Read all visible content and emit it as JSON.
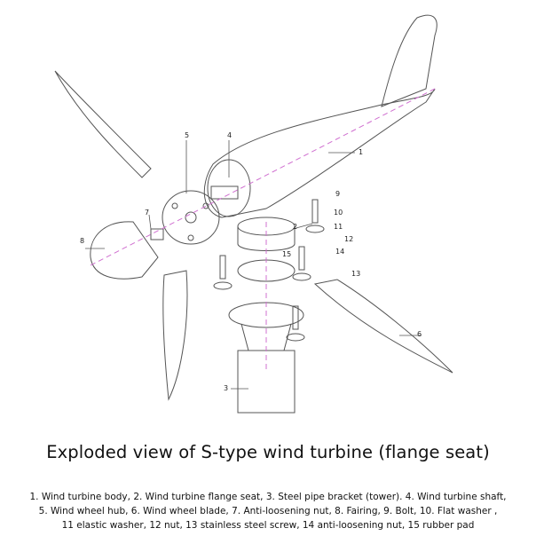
{
  "figure": {
    "callouts": [
      "1",
      "2",
      "3",
      "4",
      "5",
      "6",
      "7",
      "8",
      "9",
      "10",
      "11",
      "12",
      "13",
      "14",
      "15"
    ],
    "axis_color": "#d070d0",
    "line_color": "#555555"
  },
  "title": "Exploded view of S-type wind turbine (flange seat)",
  "legend": {
    "line1": "1. Wind turbine body, 2. Wind turbine flange seat, 3. Steel pipe bracket (tower). 4. Wind turbine shaft,",
    "line2": "5. Wind wheel hub, 6. Wind wheel blade, 7. Anti-loosening nut, 8. Fairing, 9. Bolt, 10. Flat washer ,",
    "line3": "11 elastic washer, 12 nut, 13 stainless steel screw, 14 anti-loosening nut, 15 rubber pad"
  }
}
